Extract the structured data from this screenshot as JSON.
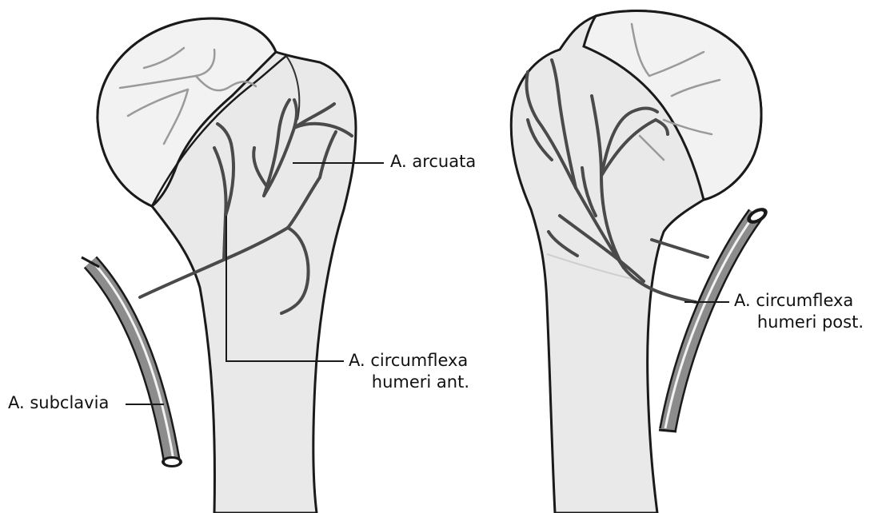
{
  "labels": {
    "arcuata": "A. arcuata",
    "circ_ant_line1": "A. circumflexa",
    "circ_ant_line2": "humeri ant.",
    "subclavia": "A. subclavia",
    "circ_post_line1": "A. circumflexa",
    "circ_post_line2": "humeri post."
  },
  "colors": {
    "bone_fill": "#e8e8e8",
    "bone_stroke": "#1a1a1a",
    "vessel": "#555555",
    "vessel_fill": "#8c8c8c",
    "vessel_highlight": "#f2f2f2",
    "leader": "#1a1a1a"
  }
}
